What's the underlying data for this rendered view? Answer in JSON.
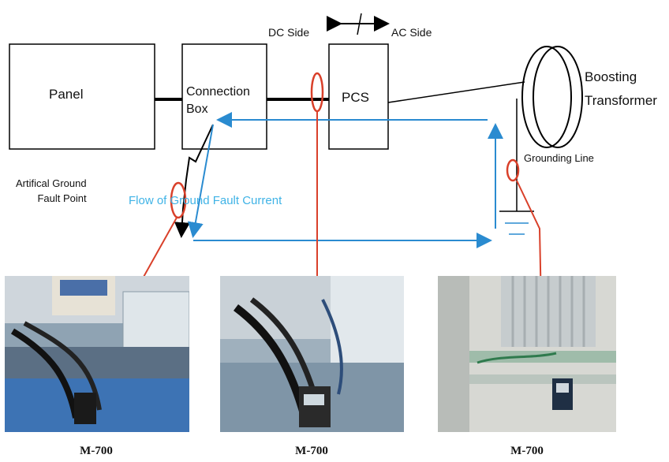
{
  "labels": {
    "panel": "Panel",
    "connection_box": "Connection\nBox",
    "pcs": "PCS",
    "dc_side": "DC Side",
    "ac_side": "AC Side",
    "boosting_transformer": "Boosting\nTransformer",
    "grounding_line": "Grounding Line",
    "artificial_ground_fault_point": "Artifical Ground\nFault Point",
    "flow_of_ground_fault_current": "Flow of Ground Fault Current"
  },
  "photos": [
    {
      "caption": "M-700",
      "icon": "cabinet-interior-photo"
    },
    {
      "caption": "M-700",
      "icon": "pcs-cable-photo"
    },
    {
      "caption": "M-700",
      "icon": "transformer-ground-photo"
    }
  ],
  "colors": {
    "current_flow": "#2a8bd0",
    "sensor": "#d9402a",
    "flow_label": "#3fb3e6",
    "line": "#000000"
  }
}
